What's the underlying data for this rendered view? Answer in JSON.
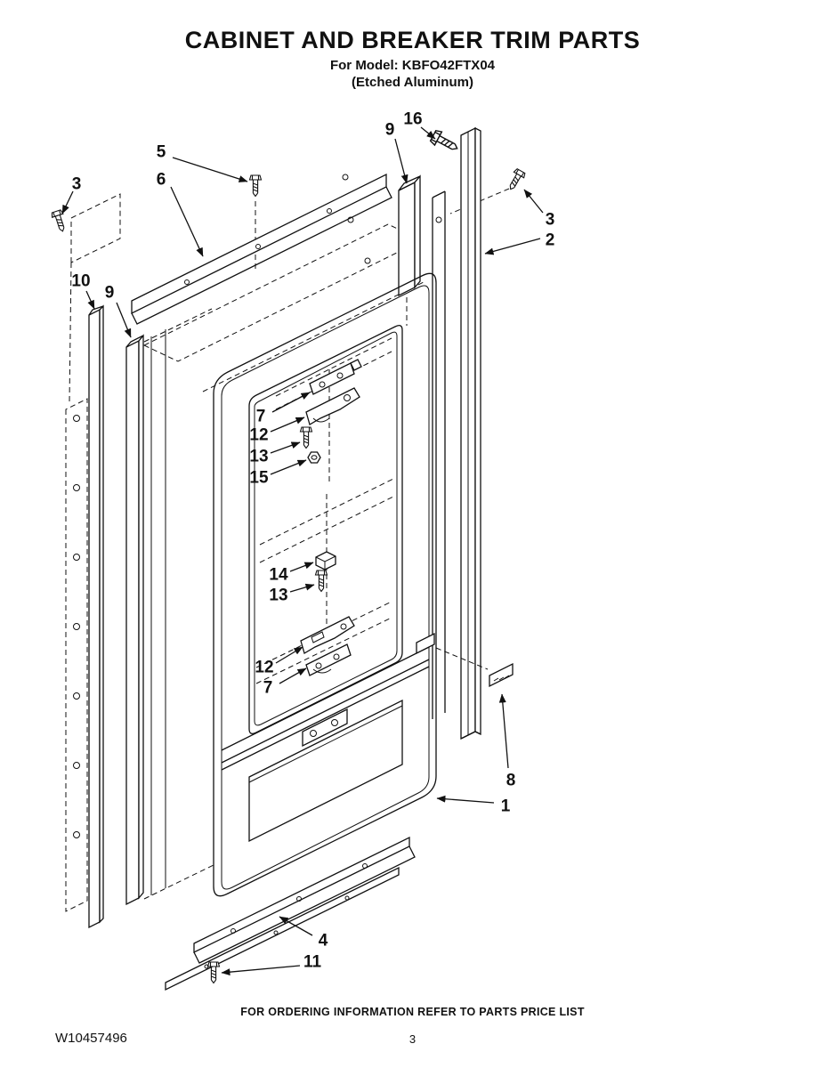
{
  "page": {
    "title": "CABINET AND BREAKER TRIM PARTS",
    "model_line": "For Model: KBFO42FTX04",
    "finish_line": "(Etched Aluminum)",
    "ordering_note": "FOR ORDERING INFORMATION REFER TO PARTS PRICE LIST",
    "document_number": "W10457496",
    "page_number": "3"
  },
  "colors": {
    "line": "#111111",
    "background": "#ffffff"
  },
  "diagram": {
    "callouts": [
      {
        "id": "screw-top-left",
        "label": "3"
      },
      {
        "id": "screw-top-center",
        "label": "5"
      },
      {
        "id": "top-rail",
        "label": "6"
      },
      {
        "id": "trim-right-upper",
        "label": "9"
      },
      {
        "id": "screw-right-top",
        "label": "16"
      },
      {
        "id": "screw-right",
        "label": "3"
      },
      {
        "id": "side-trim-right",
        "label": "2"
      },
      {
        "id": "side-trim-left-outer",
        "label": "10"
      },
      {
        "id": "side-trim-left",
        "label": "9"
      },
      {
        "id": "hinge-upper",
        "label": "7"
      },
      {
        "id": "hinge-arm-upper",
        "label": "12"
      },
      {
        "id": "screw-hinge-upper",
        "label": "13"
      },
      {
        "id": "nut",
        "label": "15"
      },
      {
        "id": "cap",
        "label": "14"
      },
      {
        "id": "screw-hinge-lower",
        "label": "13"
      },
      {
        "id": "hinge-arm-lower",
        "label": "12"
      },
      {
        "id": "hinge-lower",
        "label": "7"
      },
      {
        "id": "clip",
        "label": "8"
      },
      {
        "id": "door-frame",
        "label": "1"
      },
      {
        "id": "bottom-trim",
        "label": "4"
      },
      {
        "id": "screw-bottom",
        "label": "11"
      }
    ]
  }
}
